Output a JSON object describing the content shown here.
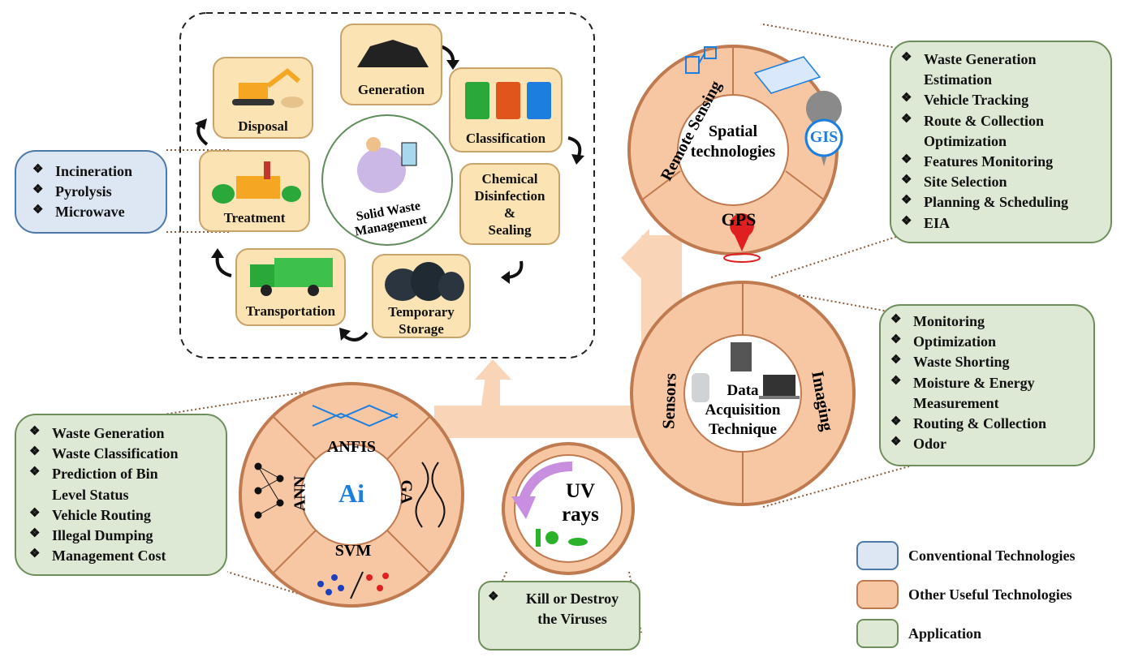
{
  "swm": {
    "center_label": "Solid Waste Management",
    "stages": {
      "generation": "Generation",
      "classification": "Classification",
      "chemical": [
        "Chemical",
        "Disinfection",
        "&",
        "Sealing"
      ],
      "temporary": [
        "Temporary",
        "Storage"
      ],
      "transportation": "Transportation",
      "treatment": "Treatment",
      "disposal": "Disposal"
    }
  },
  "conventional": {
    "items": [
      "Incineration",
      "Pyrolysis",
      "Microwave"
    ]
  },
  "spatial": {
    "center": [
      "Spatial",
      "technologies"
    ],
    "segments": {
      "remote": "Remote Sensing",
      "gis": "GIS",
      "gps": "GPS"
    },
    "applications": [
      [
        "Waste Generation",
        "Estimation"
      ],
      [
        "Vehicle Tracking"
      ],
      [
        "Route & Collection",
        "Optimization"
      ],
      [
        "Features Monitoring"
      ],
      [
        "Site Selection"
      ],
      [
        "Planning & Scheduling"
      ],
      [
        "EIA"
      ]
    ]
  },
  "data_acq": {
    "center": [
      "Data",
      "Acquisition",
      "Technique"
    ],
    "segments": {
      "sensors": "Sensors",
      "imaging": "Imaging"
    },
    "applications": [
      [
        "Monitoring"
      ],
      [
        "Optimization"
      ],
      [
        "Waste Shorting"
      ],
      [
        "Moisture & Energy",
        "Measurement"
      ],
      [
        "Routing & Collection"
      ],
      [
        "Odor"
      ]
    ]
  },
  "ai": {
    "center": "Ai",
    "segments": {
      "anfis": "ANFIS",
      "ga": "GA",
      "svm": "SVM",
      "ann": "ANN"
    },
    "applications": [
      [
        "Waste Generation"
      ],
      [
        "Waste Classification"
      ],
      [
        "Prediction of Bin",
        "Level Status"
      ],
      [
        "Vehicle Routing"
      ],
      [
        "Illegal Dumping"
      ],
      [
        "Management Cost"
      ]
    ]
  },
  "uv": {
    "center": [
      "UV",
      "rays"
    ],
    "applications": [
      [
        "Kill or Destroy",
        "the Viruses"
      ]
    ]
  },
  "legend": [
    {
      "label": "Conventional Technologies",
      "color": "#dde7f3",
      "border": "#4d78a8"
    },
    {
      "label": "Other Useful Technologies",
      "color": "#f7c7a4",
      "border": "#c07a50"
    },
    {
      "label": "Application",
      "color": "#dde9d4",
      "border": "#6e8f5c"
    }
  ],
  "colors": {
    "peach": "#f7c7a4",
    "peach_dark": "#c07a50",
    "arrow": "#f9d4b6"
  }
}
